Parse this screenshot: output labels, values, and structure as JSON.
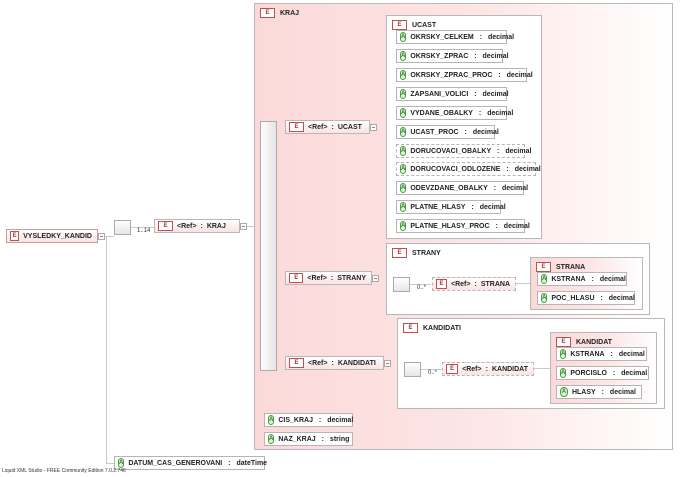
{
  "root": {
    "tag": "E",
    "name": "VYSLEDKY_KANDID",
    "cardinality": "1..14"
  },
  "kraj_ref": {
    "ref": "<Ref>",
    "sep": ":",
    "name": "KRAJ"
  },
  "kraj": {
    "title": "KRAJ",
    "children": [
      {
        "ref": "<Ref>",
        "sep": ":",
        "name": "UCAST"
      },
      {
        "ref": "<Ref>",
        "sep": ":",
        "name": "STRANY"
      },
      {
        "ref": "<Ref>",
        "sep": ":",
        "name": "KANDIDATI"
      }
    ],
    "attributes": [
      {
        "name": "CIS_KRAJ",
        "type": "decimal"
      },
      {
        "name": "NAZ_KRAJ",
        "type": "string"
      }
    ]
  },
  "ucast": {
    "title": "UCAST",
    "attributes": [
      {
        "name": "OKRSKY_CELKEM",
        "type": "decimal",
        "optional": false
      },
      {
        "name": "OKRSKY_ZPRAC",
        "type": "decimal",
        "optional": false
      },
      {
        "name": "OKRSKY_ZPRAC_PROC",
        "type": "decimal",
        "optional": false
      },
      {
        "name": "ZAPSANI_VOLICI",
        "type": "decimal",
        "optional": false
      },
      {
        "name": "VYDANE_OBALKY",
        "type": "decimal",
        "optional": false
      },
      {
        "name": "UCAST_PROC",
        "type": "decimal",
        "optional": false
      },
      {
        "name": "DORUCOVACI_OBALKY",
        "type": "decimal",
        "optional": true
      },
      {
        "name": "DORUCOVACI_ODLOZENE",
        "type": "decimal",
        "optional": true
      },
      {
        "name": "ODEVZDANE_OBALKY",
        "type": "decimal",
        "optional": false
      },
      {
        "name": "PLATNE_HLASY",
        "type": "decimal",
        "optional": false
      },
      {
        "name": "PLATNE_HLASY_PROC",
        "type": "decimal",
        "optional": false
      }
    ]
  },
  "strany": {
    "title": "STRANY",
    "cardinality": "0..*",
    "ref": {
      "ref": "<Ref>",
      "sep": ":",
      "name": "STRANA"
    },
    "strana": {
      "title": "STRANA",
      "attributes": [
        {
          "name": "KSTRANA",
          "type": "decimal"
        },
        {
          "name": "POC_HLASU",
          "type": "decimal"
        }
      ]
    }
  },
  "kandidati": {
    "title": "KANDIDATI",
    "cardinality": "0..*",
    "ref": {
      "ref": "<Ref>",
      "sep": ":",
      "name": "KANDIDAT"
    },
    "kandidat": {
      "title": "KANDIDAT",
      "attributes": [
        {
          "name": "KSTRANA",
          "type": "decimal"
        },
        {
          "name": "PORCISLO",
          "type": "decimal"
        },
        {
          "name": "HLASY",
          "type": "decimal"
        }
      ]
    }
  },
  "root_attribute": {
    "name": "DATUM_CAS_GENEROVANI",
    "type": "dateTime"
  },
  "labels": {
    "element_tag": "E",
    "attribute_tag": "A",
    "type_sep": " : "
  },
  "footer": "Liquid XML Studio - FREE Community Edition 7.0.2.746",
  "colors": {
    "element_tag": "#b03030",
    "attribute_tag": "#2f7a2f",
    "container_bg": "#fbd9d9",
    "border": "#b8b8b8"
  },
  "icons": {
    "sequence": "sequence-icon",
    "collapse": "collapse-connector-icon"
  }
}
